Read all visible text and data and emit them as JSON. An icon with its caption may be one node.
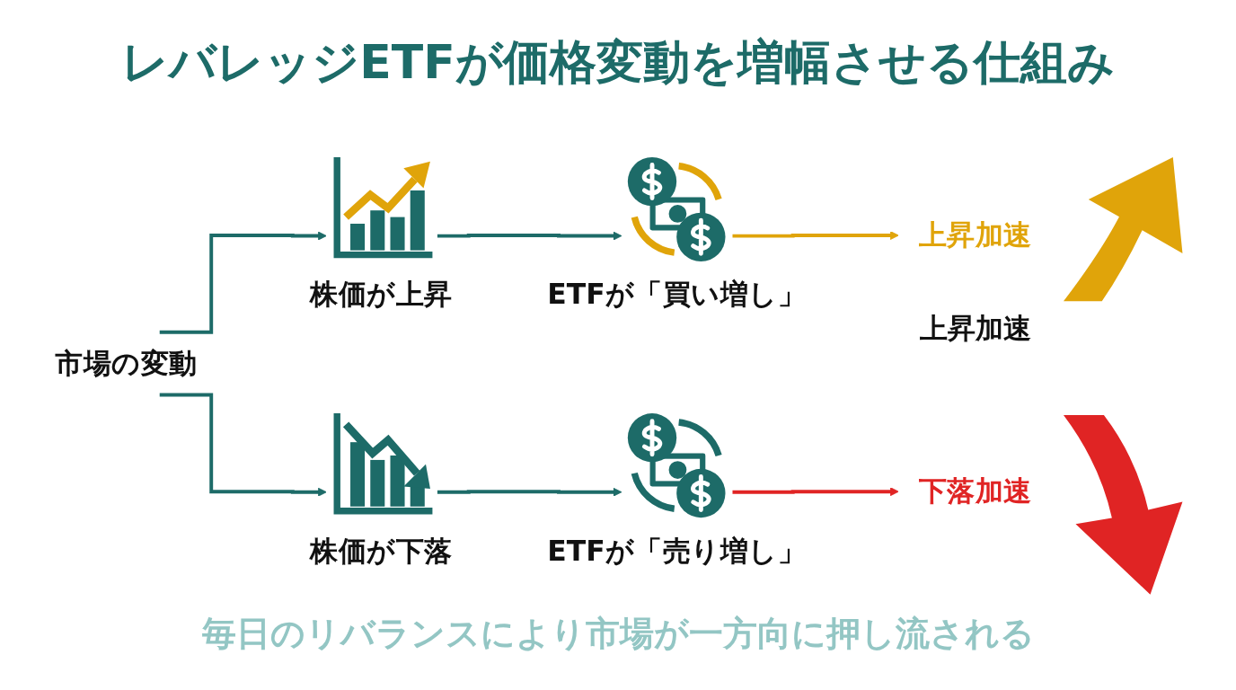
{
  "diagram": {
    "title": "レバレッジETFが価格変動を増幅させる仕組み",
    "caption": "毎日のリバランスにより市場が一方向に押し流される",
    "nodes": [
      {
        "text": [
          "市場の変動"
        ]
      },
      {
        "text": [
          "株価が上昇"
        ]
      },
      {
        "text": [
          "ETFが「買い増し」"
        ]
      },
      {
        "text": [
          "上昇加速"
        ]
      },
      {
        "text": [
          "株価が下落"
        ]
      },
      {
        "text": [
          "ETFが「売り増し」"
        ]
      },
      {
        "text": [
          "下落加速"
        ]
      }
    ],
    "edges": [
      {
        "from": 0,
        "to": 1,
        "arrow": "to"
      },
      {
        "from": 1,
        "to": 2,
        "arrow": "to"
      },
      {
        "from": 2,
        "to": 3,
        "arrow": "to",
        "color": "#e0a40a"
      },
      {
        "from": 0,
        "to": 4,
        "arrow": "to"
      },
      {
        "from": 4,
        "to": 5,
        "arrow": "to"
      },
      {
        "from": 5,
        "to": 6,
        "arrow": "to",
        "color": "#e02424"
      }
    ],
    "labels": [
      "上昇加速"
    ]
  }
}
